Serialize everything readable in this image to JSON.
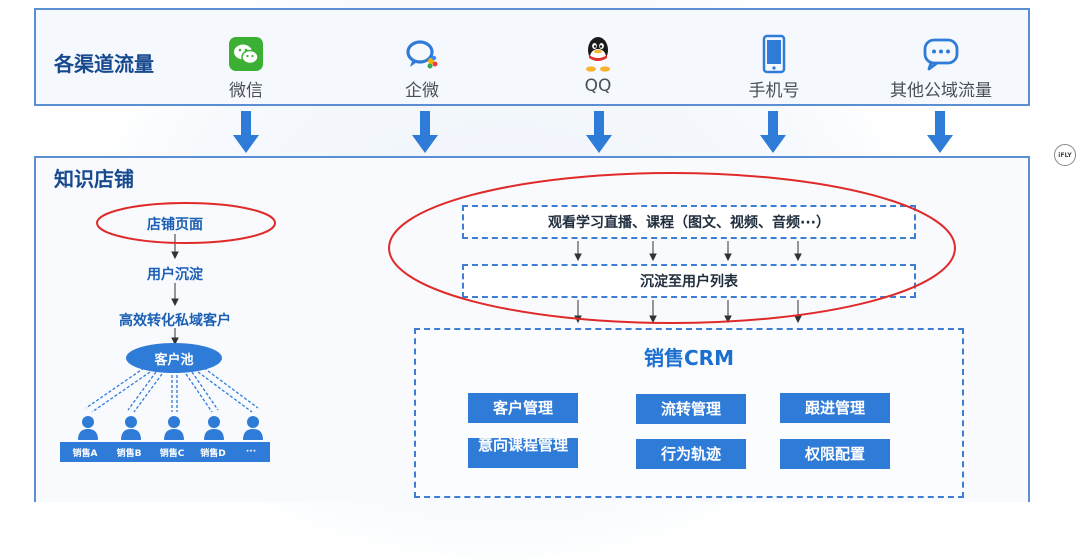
{
  "channels": {
    "title": "各渠道流量",
    "items": [
      {
        "label": "微信",
        "icon": "wechat-icon"
      },
      {
        "label": "企微",
        "icon": "wecom-icon"
      },
      {
        "label": "QQ",
        "icon": "qq-icon"
      },
      {
        "label": "手机号",
        "icon": "phone-icon"
      },
      {
        "label": "其他公域流量",
        "icon": "chat-bubble-icon"
      }
    ]
  },
  "shop": {
    "title": "知识店铺",
    "flow": [
      "店铺页面",
      "用户沉淀",
      "高效转化私域客户"
    ],
    "pool": "客户池",
    "sales": [
      "销售A",
      "销售B",
      "销售C",
      "销售D",
      "···"
    ]
  },
  "content": {
    "watch": "观看学习直播、课程（图文、视频、音频···）",
    "settle": "沉淀至用户列表"
  },
  "crm": {
    "title": "销售CRM",
    "buttons": [
      "客户管理",
      "流转管理",
      "跟进管理",
      "意向课程管理",
      "行为轨迹",
      "权限配置"
    ]
  },
  "badge": "iFLY",
  "colors": {
    "primary": "#2f7cd8",
    "dark_blue": "#17498f",
    "border_blue": "#5b8fd3",
    "highlight_red": "#e02a2a"
  }
}
